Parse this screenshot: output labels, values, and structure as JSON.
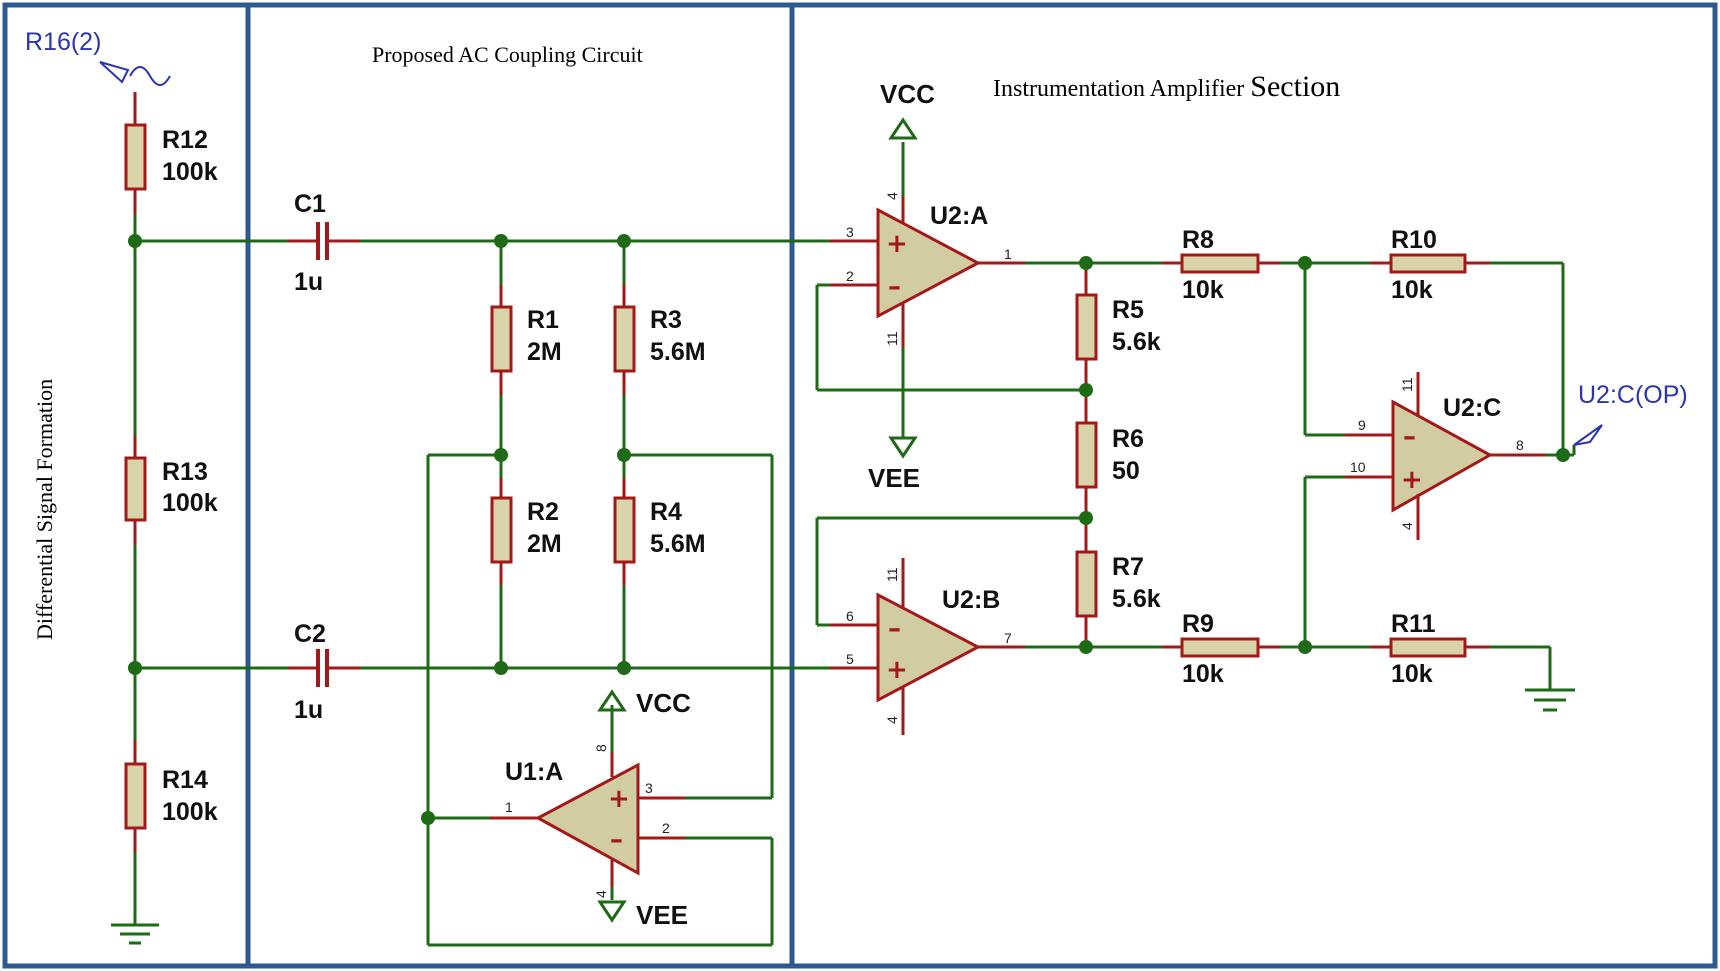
{
  "panels": {
    "left": "Differential Signal   Formation",
    "middle": "Proposed AC Coupling Circuit",
    "right_a": "Instrumentation Amplifier ",
    "right_b": "Section"
  },
  "probes": {
    "input": "R16(2)",
    "output": "U2:C(OP)"
  },
  "power": {
    "vcc": "VCC",
    "vee": "VEE"
  },
  "components": {
    "R12": {
      "ref": "R12",
      "value": "100k"
    },
    "R13": {
      "ref": "R13",
      "value": "100k"
    },
    "R14": {
      "ref": "R14",
      "value": "100k"
    },
    "C1": {
      "ref": "C1",
      "value": "1u"
    },
    "C2": {
      "ref": "C2",
      "value": "1u"
    },
    "R1": {
      "ref": "R1",
      "value": "2M"
    },
    "R2": {
      "ref": "R2",
      "value": "2M"
    },
    "R3": {
      "ref": "R3",
      "value": "5.6M"
    },
    "R4": {
      "ref": "R4",
      "value": "5.6M"
    },
    "R5": {
      "ref": "R5",
      "value": "5.6k"
    },
    "R6": {
      "ref": "R6",
      "value": "50"
    },
    "R7": {
      "ref": "R7",
      "value": "5.6k"
    },
    "R8": {
      "ref": "R8",
      "value": "10k"
    },
    "R9": {
      "ref": "R9",
      "value": "10k"
    },
    "R10": {
      "ref": "R10",
      "value": "10k"
    },
    "R11": {
      "ref": "R11",
      "value": "10k"
    }
  },
  "opamps": {
    "U1A": {
      "ref": "U1:A",
      "pins": {
        "in_plus": "3",
        "in_minus": "2",
        "out": "1",
        "vpos": "8",
        "vneg": "4"
      }
    },
    "U2A": {
      "ref": "U2:A",
      "pins": {
        "in_plus": "3",
        "in_minus": "2",
        "out": "1",
        "vpos": "4",
        "vneg": "11"
      }
    },
    "U2B": {
      "ref": "U2:B",
      "pins": {
        "in_plus": "5",
        "in_minus": "6",
        "out": "7",
        "vpos": "4",
        "vneg": "11"
      }
    },
    "U2C": {
      "ref": "U2:C",
      "pins": {
        "in_minus": "9",
        "in_plus": "10",
        "out": "8",
        "vpos": "11",
        "vneg": "4"
      }
    }
  },
  "colors": {
    "wire": "#1e6a16",
    "component_outline": "#a3191a",
    "component_fill": "#d8d3a8",
    "panel_border": "#2d5a8f",
    "probe_text": "#2b35b0"
  }
}
